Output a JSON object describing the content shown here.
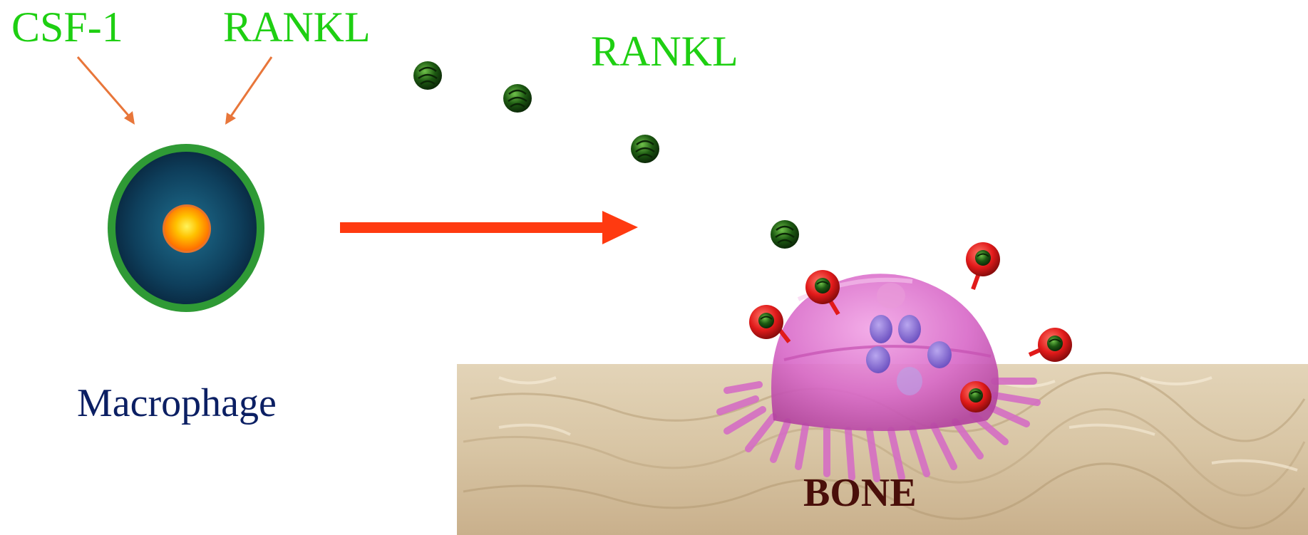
{
  "labels": {
    "csf1": "CSF-1",
    "rankl_top": "RANKL",
    "rankl_mid": "RANKL",
    "macrophage": "Macrophage",
    "bone": "BONE"
  },
  "colors": {
    "label_green": "#1ecf12",
    "macrophage_text": "#0b1f63",
    "bone_text": "#4a0f0a",
    "small_arrow": "#e8763a",
    "big_arrow": "#ff3a10",
    "cell_ring": "#2f9a35",
    "cell_body": "#0f4a66",
    "nucleus": "#ffb400",
    "osteoclast": "#d867c8",
    "rankl_particle": "#1d5a12",
    "receptor": "#e11a1a",
    "bone_surface": "#d9c7a8"
  },
  "icons": {
    "rankl_ligand": "rankl-ligand-icon",
    "rank_receptor": "rank-receptor-icon",
    "osteoclast": "osteoclast-icon",
    "macrophage_cell": "macrophage-cell-icon"
  }
}
